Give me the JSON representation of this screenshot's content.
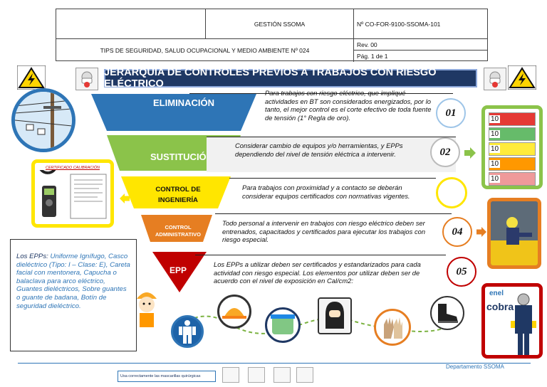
{
  "header": {
    "system": "GESTIÓN SSOMA",
    "code": "Nº CO-FOR-9100-SSOMA-101",
    "subtitle": "TIPS DE SEGURIDAD, SALUD OCUPACIONAL Y MEDIO AMBIENTE Nº 024",
    "rev": "Rev. 00",
    "page": "Pág. 1 de 1"
  },
  "title": "JERARQUIA DE CONTROLES PREVIOS A TRABAJOS CON RIESGO ELÉCTRICO",
  "levels": [
    {
      "label": "ELIMINACIÓN",
      "number": "01",
      "text": "Para trabajos con riesgo eléctrico, que impliqué actividades en BT son considerados energizados, por lo tanto, el mejor control es el corte efectivo de toda fuente de tensión (1° Regla de oro).",
      "color": "#2e75b6"
    },
    {
      "label": "SUSTITUCIÓN",
      "number": "02",
      "text": "Considerar cambio de equipos y/o herramientas, y EPPs dependiendo del nivel de tensión eléctrica a intervenir.",
      "color": "#8bc34a"
    },
    {
      "label": "CONTROL DE INGENIERÍA",
      "number": "",
      "text": "Para trabajos con proximidad y a contacto se deberán considerar equipos certificados con normativas vigentes.",
      "color": "#ffe600"
    },
    {
      "label": "CONTROL ADMINISTRATIVO",
      "number": "04",
      "text": "Todo personal a intervenir en trabajos con riesgo eléctrico deben ser entrenados, capacitados y certificados para ejecutar los trabajos con riesgo especial.",
      "color": "#e67e22"
    },
    {
      "label": "EPP",
      "number": "05",
      "text": "Los EPPs a utilizar deben ser certificados y estandarizados para cada actividad con riesgo especial. Los elementos por utilizar deben ser de acuerdo con el nivel de exposición en Cal/cm2:",
      "color": "#c00000"
    }
  ],
  "certificate_label": "CERTIFICADO CALIBRACIÓN",
  "epp_box": {
    "intro": "Los EPPs: ",
    "items": "Uniforme Ignífugo, Casco dieléctrico (Tipo: I – Clase: E), Careta facial con mentonera, Capucha o balaclava para arco eléctrico, Guantes dieléctricos, Sobre guantes o guante de badana, Botín de seguridad dieléctrico."
  },
  "tag_numbers": [
    "10",
    "10",
    "10",
    "10",
    "10"
  ],
  "right_logo_text": "cobra",
  "right_logo_top": "enel",
  "footer": {
    "department": "Departamento SSOMA",
    "note": "Usa correctamente las mascarillas quirúrgicas"
  },
  "icons": [
    "warning-electric-icon",
    "mask-icon",
    "arrow-right-icon",
    "arrow-left-icon",
    "suit-icon",
    "helmet-icon",
    "face-shield-icon",
    "balaclava-icon",
    "gloves-icon",
    "boot-icon"
  ]
}
